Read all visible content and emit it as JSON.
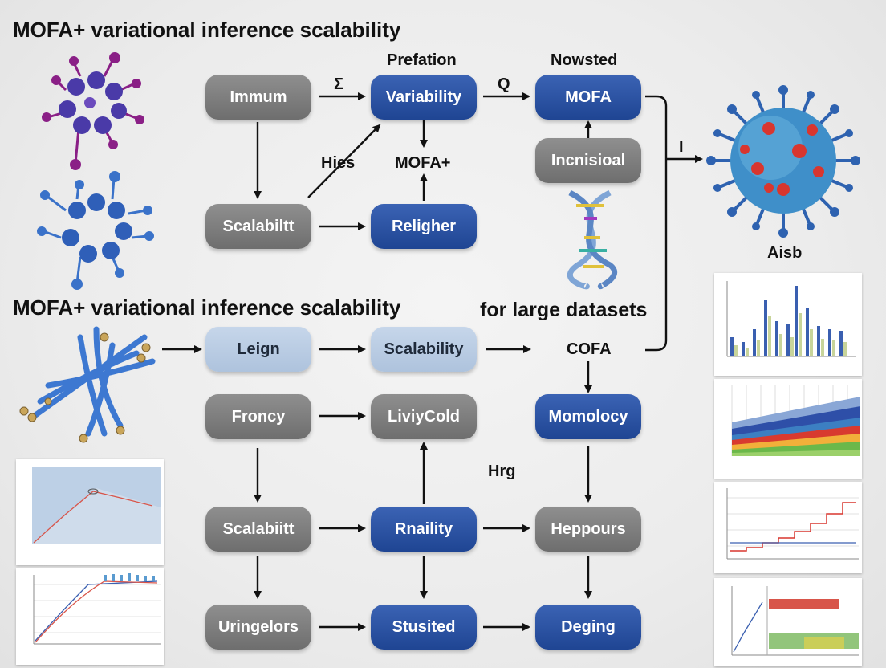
{
  "titles": {
    "main": "MOFA+ variational inference scalability",
    "middle": "MOFA+ variational inference scalability",
    "large_datasets": "for large datasets"
  },
  "labels": {
    "prefation": "Prefation",
    "nowsted": "Nowsted",
    "sigma": "Σ",
    "q": "Q",
    "hies": "Hies",
    "mofa_plus": "MOFA+",
    "i": "I",
    "aisb": "Aisb",
    "cofa": "COFA",
    "hrg": "Hrg"
  },
  "nodes": {
    "immum": "Immum",
    "variability": "Variability",
    "mofa": "MOFA",
    "incnisioal": "Incnisioal",
    "scalabiltt_1": "Scalabiltt",
    "religher": "Religher",
    "leign": "Leign",
    "scalability": "Scalability",
    "froncy": "Froncy",
    "liviycold": "LiviyCold",
    "momolocy": "Momolocy",
    "scalabiitt_2": "Scalabiitt",
    "rnaility": "Rnaility",
    "heppours": "Heppours",
    "uringelors": "Uringelors",
    "stusited": "Stusited",
    "deging": "Deging"
  },
  "colors": {
    "gray_node": "#7d7d7d",
    "blue_node": "#2a52a3",
    "light_node": "#b9cde5",
    "virus_body": "#3f8fc9",
    "virus_spot": "#d8362f"
  }
}
